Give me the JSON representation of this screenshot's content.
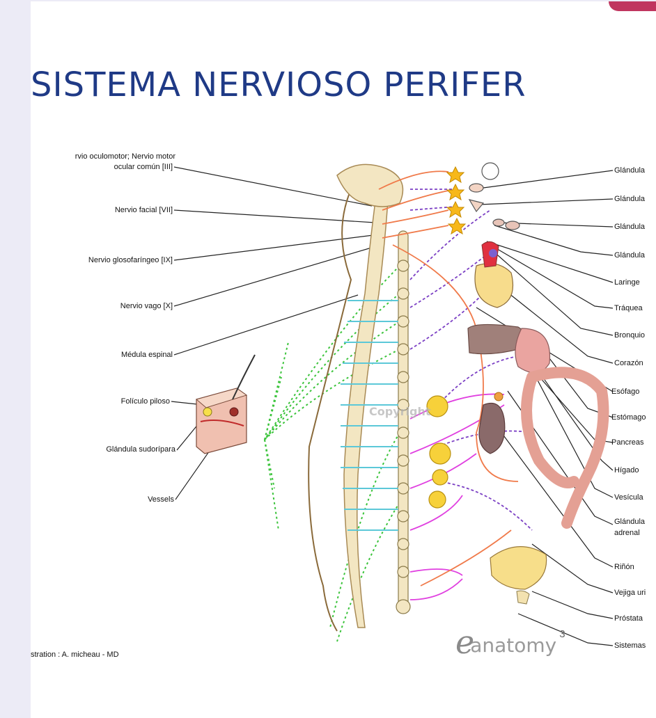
{
  "title": "SISTEMA NERVIOSO PERIFER",
  "left_labels": [
    "rvio oculomotor; Nervio motor",
    "ocular común [III]",
    "Nervio facial [VII]",
    "Nervio glosofaríngeo [IX]",
    "Nervio vago [X]",
    "Médula espinal",
    "Folículo piloso",
    "Glándula sudorípara",
    "Vessels"
  ],
  "right_labels": [
    "Glándula",
    "Glándula",
    "Glándula",
    "Glándula",
    "Laringe",
    "Tráquea",
    "Bronquio",
    "Corazón",
    "Esófago",
    "Estómago",
    "Pancreas",
    "Hígado",
    "Vesícula",
    "Glándula",
    "adrenal",
    "Riñón",
    "Vejiga uri",
    "Próstata",
    "Sistemas"
  ],
  "credit": "stration : A. micheau - MD",
  "watermark": "Copyright",
  "brand": "anatomy",
  "brand_mark": "e",
  "page_number": "3",
  "colors": {
    "title": "#1f3a86",
    "accent": "#c0355f",
    "sympathetic": "#7b3fc4",
    "parasympathetic_orange": "#f07a4a",
    "green_fibers": "#3cc43c",
    "cyan_nerves": "#5cc8d8",
    "magenta_nerves": "#e040e0",
    "spine": "#f3e6c2",
    "ganglia": "#f7d13a"
  }
}
